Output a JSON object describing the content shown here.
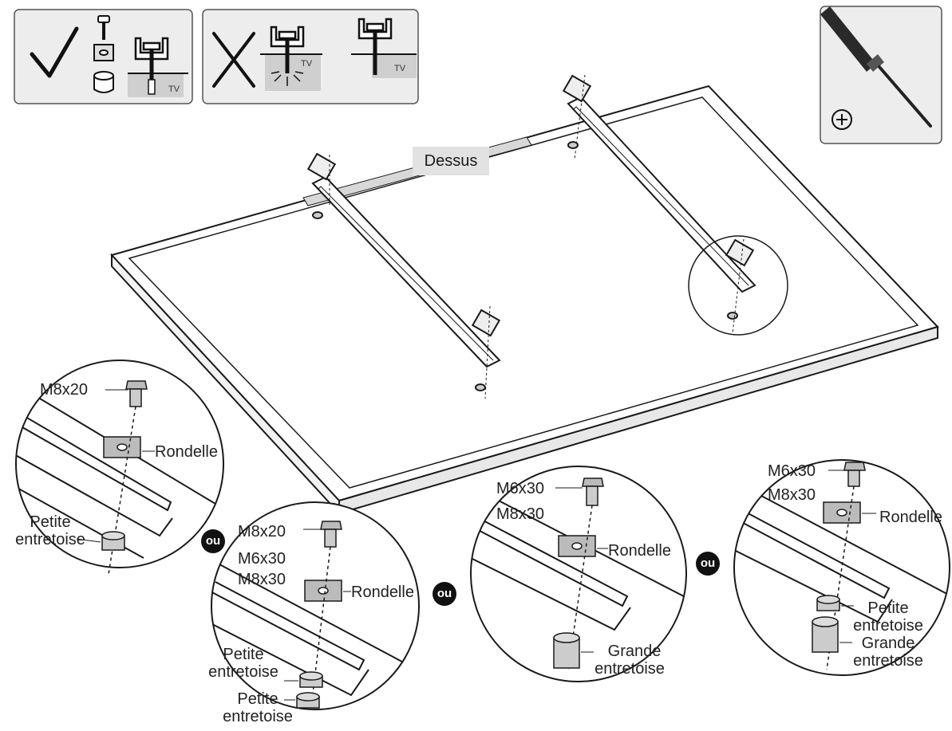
{
  "labels": {
    "top": "Dessus",
    "tv": "TV",
    "ou": "ou",
    "c1_bolt": "M8x20",
    "c1_washer": "Rondelle",
    "c1_spacer_1": "Petite",
    "c1_spacer_2": "entretoise",
    "c2_bolt_1": "M8x20",
    "c2_bolt_2": "M6x30",
    "c2_bolt_3": "M8x30",
    "c2_washer": "Rondelle",
    "c2_spacer_a1": "Petite",
    "c2_spacer_a2": "entretoise",
    "c2_spacer_b1": "Petite",
    "c2_spacer_b2": "entretoise",
    "c3_bolt_1": "M6x30",
    "c3_bolt_2": "M8x30",
    "c3_washer": "Rondelle",
    "c3_spacer_1": "Grande",
    "c3_spacer_2": "entretoise",
    "c4_bolt_1": "M6x30",
    "c4_bolt_2": "M8x30",
    "c4_washer": "Rondelle",
    "c4_spacer_a1": "Petite",
    "c4_spacer_a2": "entretoise",
    "c4_spacer_b1": "Grande",
    "c4_spacer_b2": "entretoise"
  },
  "icons": {
    "correct": "check-mark-icon",
    "incorrect": "cross-mark-icon",
    "tool": "phillips-screwdriver-icon",
    "tool_tip": "phillips-plus-icon"
  },
  "colors": {
    "line": "#1a1a1a",
    "panel_fill": "#ededed",
    "panel_border": "#555555",
    "label_bg": "#e2e2e2",
    "part_fill": "#cfcfcf",
    "badge": "#111111"
  }
}
